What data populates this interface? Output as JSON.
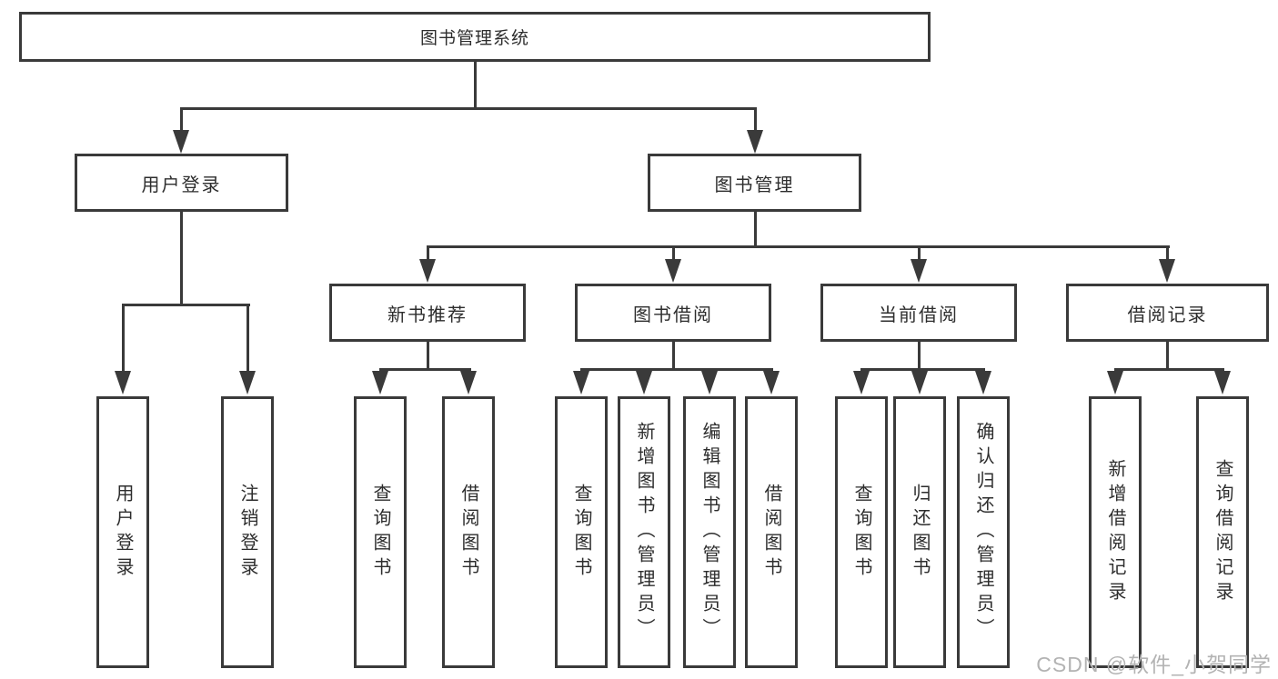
{
  "diagram_title": "图书管理系统",
  "colors": {
    "line": "#3a3a3a",
    "text": "#2d2d2d",
    "background": "#ffffff",
    "watermark": "#b3b3b3"
  },
  "watermark": {
    "text": "CSDN @软件_小贺同学"
  },
  "tree": {
    "label": "图书管理系统",
    "children": [
      {
        "label": "用户登录",
        "children": [
          {
            "label": "用户登录"
          },
          {
            "label": "注销登录"
          }
        ]
      },
      {
        "label": "图书管理",
        "children": [
          {
            "label": "新书推荐",
            "children": [
              {
                "label": "查询图书"
              },
              {
                "label": "借阅图书"
              }
            ]
          },
          {
            "label": "图书借阅",
            "children": [
              {
                "label": "查询图书"
              },
              {
                "label": "新增图书（管理员）"
              },
              {
                "label": "编辑图书（管理员）"
              },
              {
                "label": "借阅图书"
              }
            ]
          },
          {
            "label": "当前借阅",
            "children": [
              {
                "label": "查询图书"
              },
              {
                "label": "归还图书"
              },
              {
                "label": "确认归还（管理员）"
              }
            ]
          },
          {
            "label": "借阅记录",
            "children": [
              {
                "label": "新增借阅记录"
              },
              {
                "label": "查询借阅记录"
              }
            ]
          }
        ]
      }
    ]
  }
}
